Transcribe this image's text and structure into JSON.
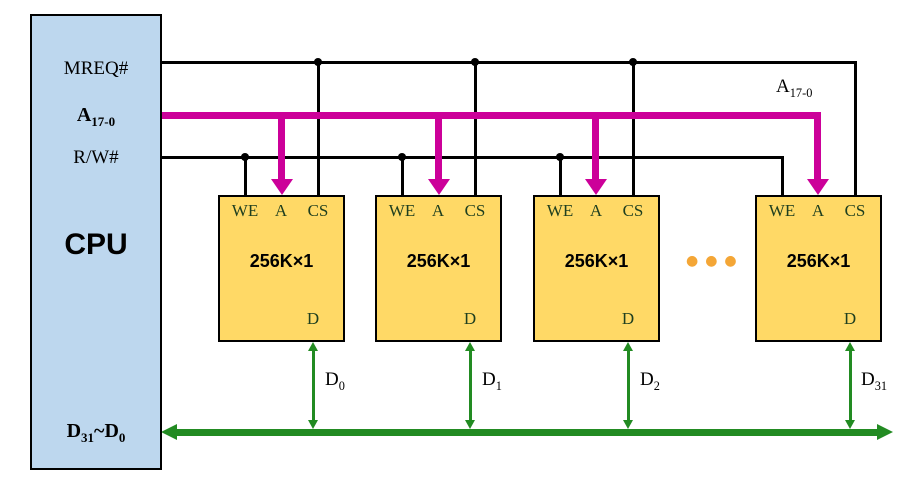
{
  "cpu": {
    "mreq_label": "MREQ#",
    "addr_label": {
      "base": "A",
      "sub": "17-0"
    },
    "rw_label": "R/W#",
    "name": "CPU",
    "data_label": {
      "base1": "D",
      "sub1": "31",
      "sep": "~",
      "base2": "D",
      "sub2": "0"
    }
  },
  "address_bus_label": {
    "base": "A",
    "sub": "17-0"
  },
  "chips": [
    {
      "we": "WE",
      "a": "A",
      "cs": "CS",
      "size": "256K×1",
      "d": "D",
      "line": {
        "base": "D",
        "sub": "0"
      }
    },
    {
      "we": "WE",
      "a": "A",
      "cs": "CS",
      "size": "256K×1",
      "d": "D",
      "line": {
        "base": "D",
        "sub": "1"
      }
    },
    {
      "we": "WE",
      "a": "A",
      "cs": "CS",
      "size": "256K×1",
      "d": "D",
      "line": {
        "base": "D",
        "sub": "2"
      }
    },
    {
      "we": "WE",
      "a": "A",
      "cs": "CS",
      "size": "256K×1",
      "d": "D",
      "line": {
        "base": "D",
        "sub": "31"
      }
    }
  ],
  "ellipsis": "●●●",
  "colors": {
    "cpu_fill": "#BDD7EE",
    "chip_fill": "#FFD966",
    "address_bus": "#CC0099",
    "data_bus": "#228B22",
    "wire": "#000000",
    "ellipsis": "#F4A636"
  }
}
